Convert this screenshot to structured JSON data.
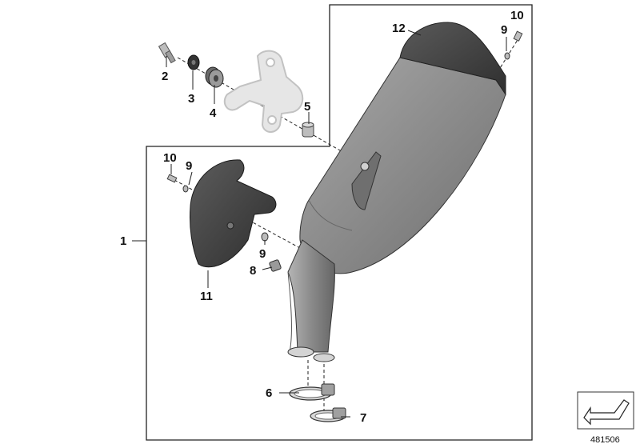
{
  "diagram": {
    "callouts": [
      {
        "id": "c1",
        "label": "1"
      },
      {
        "id": "c2",
        "label": "2"
      },
      {
        "id": "c3",
        "label": "3"
      },
      {
        "id": "c4",
        "label": "4"
      },
      {
        "id": "c5",
        "label": "5"
      },
      {
        "id": "c6",
        "label": "6"
      },
      {
        "id": "c7",
        "label": "7"
      },
      {
        "id": "c8",
        "label": "8"
      },
      {
        "id": "c9a",
        "label": "9"
      },
      {
        "id": "c9b",
        "label": "9"
      },
      {
        "id": "c9c",
        "label": "9"
      },
      {
        "id": "c10a",
        "label": "10"
      },
      {
        "id": "c10b",
        "label": "10"
      },
      {
        "id": "c11",
        "label": "11"
      },
      {
        "id": "c12",
        "label": "12"
      }
    ],
    "reference_number": "481506",
    "colors": {
      "muffler_body": "#8c8c8c",
      "muffler_cap": "#3f3f3f",
      "heat_shield": "#4a4a4a",
      "bracket_ghost": "#c8c8c8",
      "line": "#222222"
    }
  }
}
